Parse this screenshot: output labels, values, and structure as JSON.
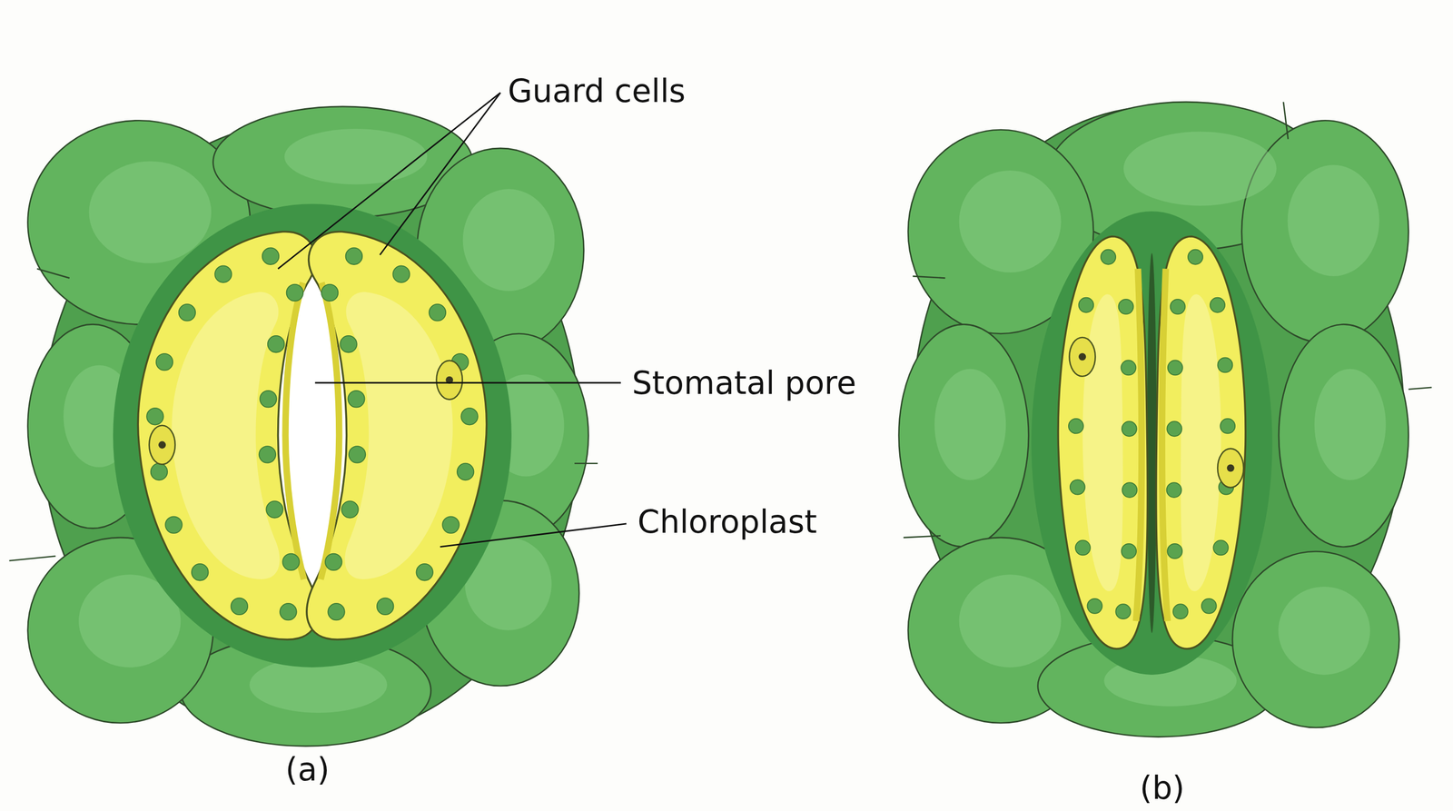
{
  "diagram": {
    "labels": [
      "Guard cells",
      "Stomatal pore",
      "Chloroplast",
      "(a)",
      "(b)"
    ]
  }
}
